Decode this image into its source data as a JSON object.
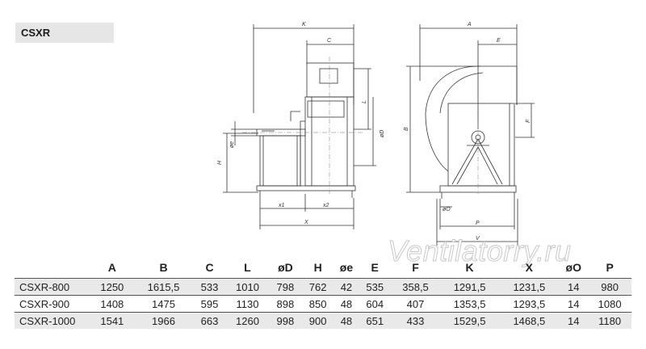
{
  "model_tag": "CSXR",
  "watermark": "Ventilatorry.ru",
  "drawing_labels": {
    "k": "K",
    "c": "C",
    "l": "L",
    "od": "øD",
    "oe": "øe",
    "h": "H",
    "x1": "x1",
    "x2": "x2",
    "x": "X",
    "a": "A",
    "e": "E",
    "b": "B",
    "f": "F",
    "oo": "øO",
    "p": "P",
    "v": "V"
  },
  "table": {
    "headers": [
      "",
      "A",
      "B",
      "C",
      "L",
      "øD",
      "H",
      "øe",
      "E",
      "F",
      "K",
      "X",
      "øO",
      "P"
    ],
    "rows": [
      [
        "CSXR-800",
        "1250",
        "1615,5",
        "533",
        "1010",
        "798",
        "762",
        "42",
        "535",
        "358,5",
        "1291,5",
        "1231,5",
        "14",
        "980"
      ],
      [
        "CSXR-900",
        "1408",
        "1475",
        "595",
        "1130",
        "898",
        "850",
        "48",
        "604",
        "407",
        "1353,5",
        "1293,5",
        "14",
        "1080"
      ],
      [
        "CSXR-1000",
        "1541",
        "1966",
        "663",
        "1260",
        "998",
        "900",
        "48",
        "651",
        "433",
        "1529,5",
        "1468,5",
        "14",
        "1180"
      ]
    ]
  },
  "colors": {
    "tag_bg": "#e6e6e6",
    "row_shade": "#e9e9e9",
    "line": "#333333"
  }
}
